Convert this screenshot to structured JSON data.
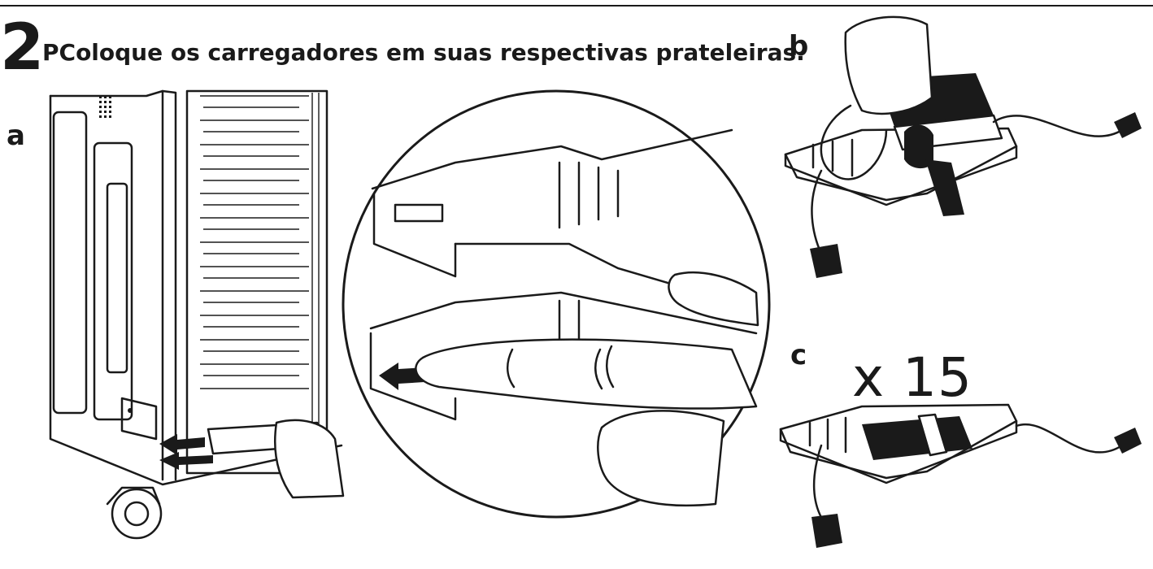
{
  "step": {
    "number": "2",
    "title": "PColoque os carregadores em suas respectivas prateleiras."
  },
  "panels": {
    "a_label": "a",
    "b_label": "b",
    "c_label": "c"
  },
  "quantity": {
    "text": "x 15"
  },
  "icons": [
    "cart-illustration",
    "shelf-release-detail",
    "charger-wrap-illustration",
    "charger-tray-illustration"
  ]
}
